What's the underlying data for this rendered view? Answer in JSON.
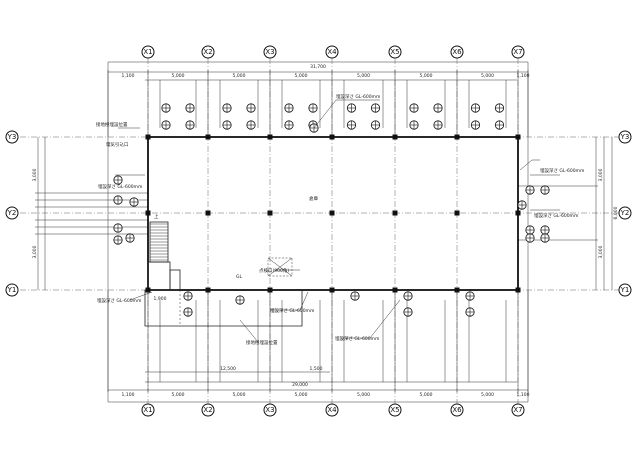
{
  "grid": {
    "x_labels": [
      "X1",
      "X2",
      "X3",
      "X4",
      "X5",
      "X6",
      "X7"
    ],
    "y_labels": [
      "Y3",
      "Y2",
      "Y1"
    ]
  },
  "dimensions": {
    "top_overall": "31,700",
    "top_bays": [
      "1,100",
      "5,000",
      "5,000",
      "5,000",
      "5,000",
      "5,000",
      "5,000",
      "1,100"
    ],
    "bottom_overall": "29,000",
    "bottom_bays": [
      "1,100",
      "5,000",
      "5,000",
      "5,000",
      "5,000",
      "5,000",
      "5,000",
      "1,100"
    ],
    "bottom_partial": [
      "12,500",
      "1,500"
    ],
    "left_bays": [
      "3,000",
      "3,000"
    ],
    "right_bays": [
      "3,000",
      "3,000"
    ],
    "right_overall": "6,000",
    "stair_dim": "1,900"
  },
  "notes": {
    "n1": "埋設深さ GL-600mm",
    "n2": "埋設深さ GL-600mm",
    "n3": "埋設深さ GL-600mm",
    "n4": "埋設深さ GL-600mm",
    "n5": "埋設深さ GL-600mm",
    "n6": "埋設深さ GL-600mm",
    "n7": "埋設深さ GL-600mm",
    "n8": "接地極埋設位置",
    "n9": "接地極埋設位置",
    "n10": "電気引込口",
    "center": "倉庫",
    "stair": "上",
    "opening": "点検口(900角)",
    "gl": "GL"
  }
}
